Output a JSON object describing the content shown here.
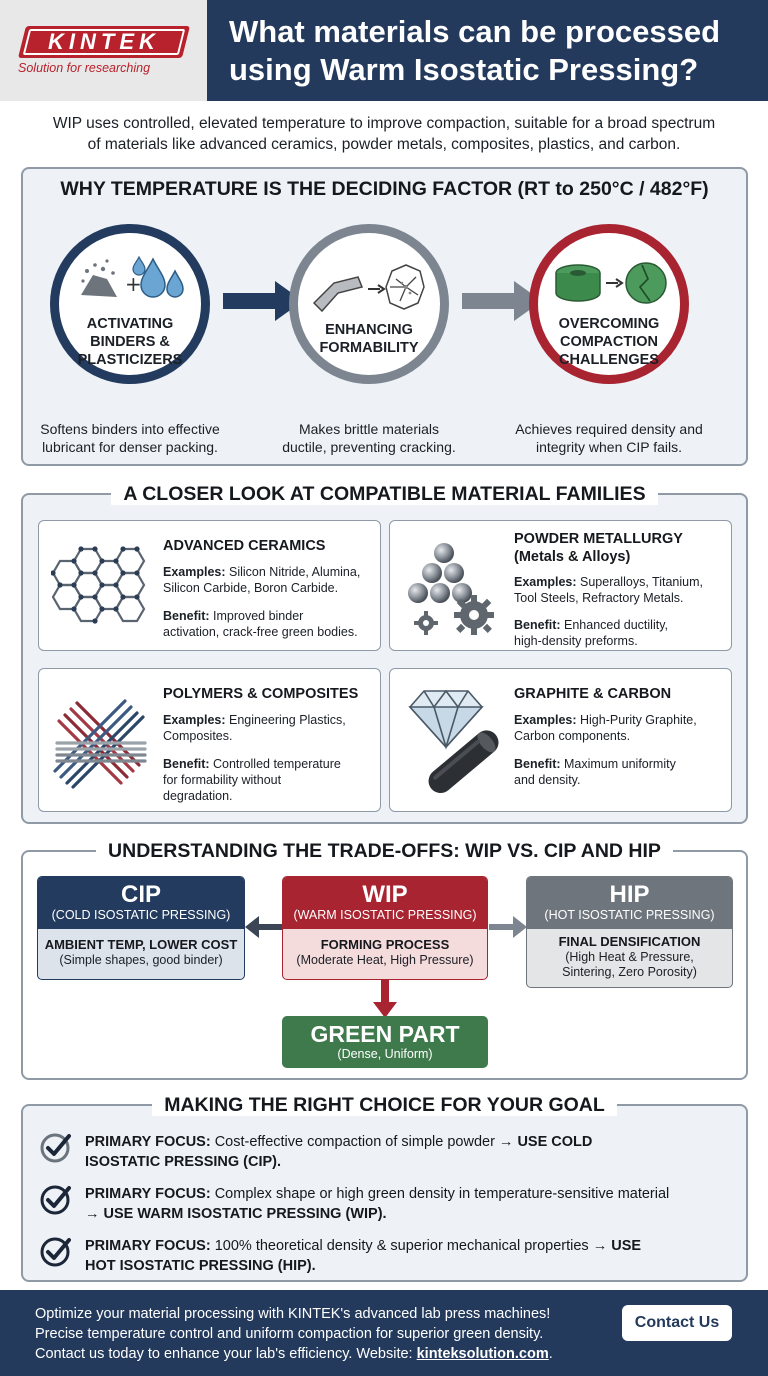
{
  "header": {
    "brand": "KINTEK",
    "tagline": "Solution for researching",
    "title_line1": "What materials can be processed",
    "title_line2": "using Warm Isostatic Pressing?"
  },
  "intro": {
    "line1": "WIP uses controlled, elevated temperature to improve compaction, suitable for a broad spectrum",
    "line2": "of materials like advanced ceramics, powder metals, composites, plastics, and carbon."
  },
  "temperature": {
    "heading": "WHY TEMPERATURE IS THE DECIDING FACTOR (RT to 250°C / 482°F)",
    "steps": [
      {
        "label_lines": [
          "ACTIVATING",
          "BINDERS &",
          "PLASTICIZERS"
        ],
        "desc_lines": [
          "Softens binders into effective",
          "lubricant for denser packing."
        ],
        "ring_color": "#233b5e"
      },
      {
        "label_lines": [
          "ENHANCING",
          "FORMABILITY"
        ],
        "desc_lines": [
          "Makes brittle materials",
          "ductile, preventing cracking."
        ],
        "ring_color": "#7c8590"
      },
      {
        "label_lines": [
          "OVERCOMING",
          "COMPACTION",
          "CHALLENGES"
        ],
        "desc_lines": [
          "Achieves required density and",
          "integrity when CIP fails."
        ],
        "ring_color": "#a82430"
      }
    ]
  },
  "families": {
    "heading": "A CLOSER LOOK AT COMPATIBLE MATERIAL FAMILIES",
    "examples_label": "Examples:",
    "benefit_label": "Benefit:",
    "cards": [
      {
        "title_lines": [
          "ADVANCED CERAMICS"
        ],
        "example_lines": [
          " Silicon Nitride, Alumina,",
          "Silicon Carbide, Boron Carbide."
        ],
        "benefit_lines": [
          " Improved binder",
          "activation, crack-free green bodies."
        ],
        "icon": "hexagon-lattice-icon"
      },
      {
        "title_lines": [
          "POWDER METALLURGY",
          "(Metals & Alloys)"
        ],
        "example_lines": [
          " Superalloys, Titanium,",
          "Tool Steels, Refractory Metals."
        ],
        "benefit_lines": [
          " Enhanced ductility,",
          "high-density preforms."
        ],
        "icon": "metal-spheres-gears-icon"
      },
      {
        "title_lines": [
          "POLYMERS & COMPOSITES"
        ],
        "example_lines": [
          " Engineering Plastics,",
          "Composites."
        ],
        "benefit_lines": [
          " Controlled temperature",
          "for formability without",
          "degradation."
        ],
        "icon": "woven-fibers-icon"
      },
      {
        "title_lines": [
          "GRAPHITE & CARBON"
        ],
        "example_lines": [
          " High-Purity Graphite,",
          "Carbon components."
        ],
        "benefit_lines": [
          " Maximum uniformity",
          "and density."
        ],
        "icon": "diamond-rod-icon"
      }
    ]
  },
  "tradeoffs": {
    "heading": "UNDERSTANDING THE TRADE-OFFS: WIP VS. CIP AND HIP",
    "cip": {
      "name": "CIP",
      "full": "(COLD ISOSTATIC PRESSING)",
      "strong_lines": [
        "AMBIENT TEMP, LOWER COST"
      ],
      "light_lines": [
        "(Simple shapes, good binder)"
      ],
      "color": "#233b5e",
      "tint": "#dde3ea"
    },
    "wip": {
      "name": "WIP",
      "full": "(WARM ISOSTATIC PRESSING)",
      "strong_lines": [
        "FORMING PROCESS"
      ],
      "light_lines": [
        "(Moderate Heat, High Pressure)"
      ],
      "color": "#a82430",
      "tint": "#f5dcdc"
    },
    "hip": {
      "name": "HIP",
      "full": "(HOT ISOSTATIC PRESSING)",
      "strong_lines": [
        "FINAL DENSIFICATION"
      ],
      "light_lines": [
        "(High Heat & Pressure,",
        "Sintering, Zero Porosity)"
      ],
      "color": "#6f757c",
      "tint": "#e4e5e6"
    },
    "green": {
      "name": "GREEN PART",
      "sub": "(Dense, Uniform)",
      "color": "#3f7a4c"
    }
  },
  "choices": {
    "heading": "MAKING THE RIGHT CHOICE FOR YOUR GOAL",
    "label": "PRIMARY FOCUS:",
    "items": [
      {
        "lines": [
          {
            "plain": " Cost-effective compaction of simple powder → ",
            "bold": "USE COLD"
          },
          {
            "plain": "",
            "bold": "ISOSTATIC PRESSING (CIP)."
          }
        ]
      },
      {
        "lines": [
          {
            "plain": " Complex shape or high green density in temperature-sensitive material",
            "bold": ""
          },
          {
            "plain": "→ ",
            "bold": "USE WARM ISOSTATIC PRESSING (WIP)."
          }
        ]
      },
      {
        "lines": [
          {
            "plain": " 100% theoretical density & superior mechanical properties → ",
            "bold": "USE"
          },
          {
            "plain": "",
            "bold": "HOT ISOSTATIC PRESSING (HIP)."
          }
        ]
      }
    ]
  },
  "footer": {
    "line1": "Optimize your material processing with KINTEK's advanced lab press machines!",
    "line2": "Precise temperature control and uniform compaction for superior green density.",
    "line3_prefix": "Contact us today to enhance your lab's efficiency. Website: ",
    "website": "kinteksolution.com",
    "line3_suffix": ".",
    "button": "Contact Us"
  },
  "colors": {
    "navy": "#243a5c",
    "red": "#a82430",
    "gray": "#7c8590",
    "green": "#3f7a4c"
  }
}
